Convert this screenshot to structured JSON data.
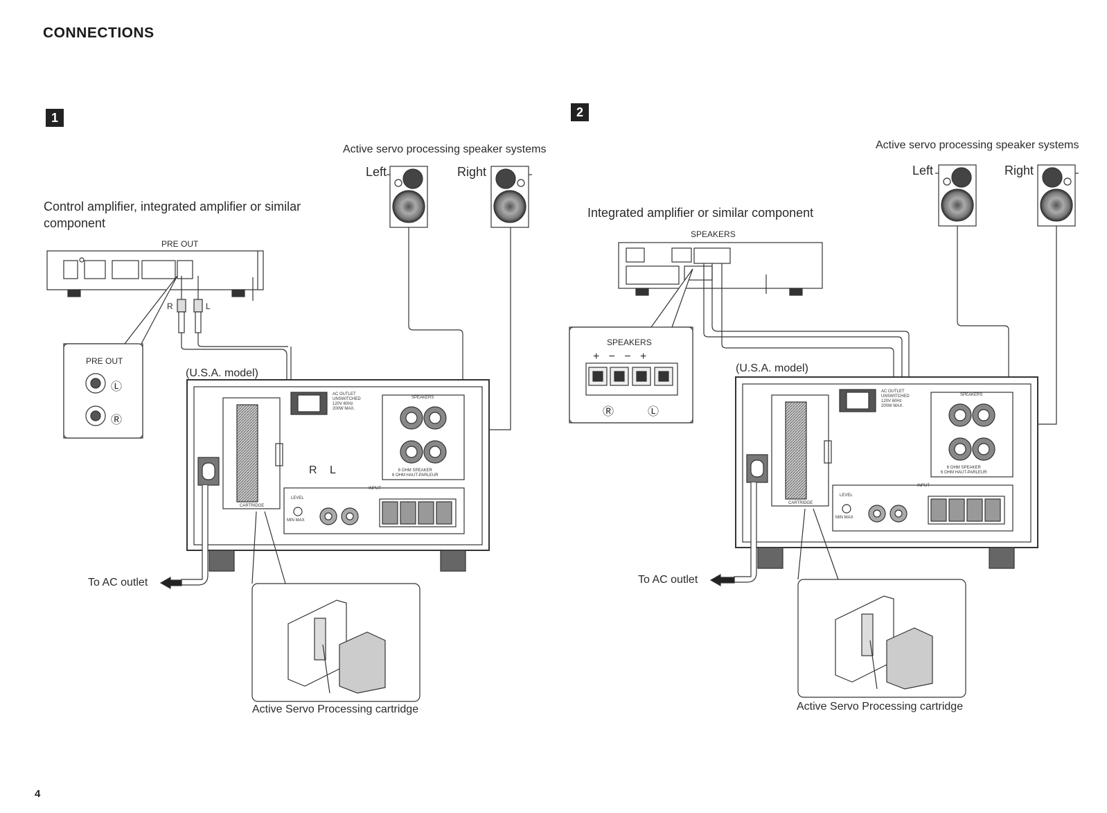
{
  "page": {
    "title": "CONNECTIONS",
    "page_number": "4"
  },
  "panel1": {
    "number": "1",
    "speakers_title": "Active servo processing speaker systems",
    "left_label": "Left",
    "right_label": "Right",
    "amp_description_line1": "Control amplifier, integrated amplifier or similar",
    "amp_description_line2": "component",
    "pre_out_label": "PRE OUT",
    "plug_r": "R",
    "plug_l": "L",
    "callout_title": "PRE OUT",
    "callout_l": "Ⓛ",
    "callout_r": "Ⓡ",
    "model_note": "(U.S.A. model)",
    "ac_outlet": "To AC outlet",
    "cartridge_caption": "Active Servo Processing cartridge",
    "unit_plug_r": "R",
    "unit_plug_l": "L",
    "unit_ac_text": "AC OUTLET\nUNSWITCHED\n120V 60Hz\n200W MAX.",
    "unit_speakers_text": "SPEAKERS",
    "unit_input_text": "INPUT",
    "unit_level_text": "LEVEL",
    "unit_cartridge_text": "CARTRIDGE",
    "unit_minmax_text": "MIN   MAX",
    "unit_speaker_spec": "6 OHM SPEAKER\n6 OHM HAUT-PARLEUR"
  },
  "panel2": {
    "number": "2",
    "speakers_title": "Active servo processing speaker systems",
    "left_label": "Left",
    "right_label": "Right",
    "amp_description": "Integrated amplifier or similar component",
    "speakers_label": "SPEAKERS",
    "callout_title": "SPEAKERS",
    "callout_polarity": "+   −   −   +",
    "callout_r": "Ⓡ",
    "callout_l": "Ⓛ",
    "model_note": "(U.S.A. model)",
    "ac_outlet": "To AC outlet",
    "cartridge_caption": "Active Servo Processing cartridge",
    "unit_ac_text": "AC OUTLET\nUNSWITCHED\n120V 60Hz\n200W MAX.",
    "unit_speakers_text": "SPEAKERS",
    "unit_input_text": "INPUT",
    "unit_level_text": "LEVEL",
    "unit_cartridge_text": "CARTRIDGE",
    "unit_minmax_text": "MIN   MAX",
    "unit_speaker_spec": "6 OHM SPEAKER\n6 OHM HAUT-PARLEUR"
  }
}
